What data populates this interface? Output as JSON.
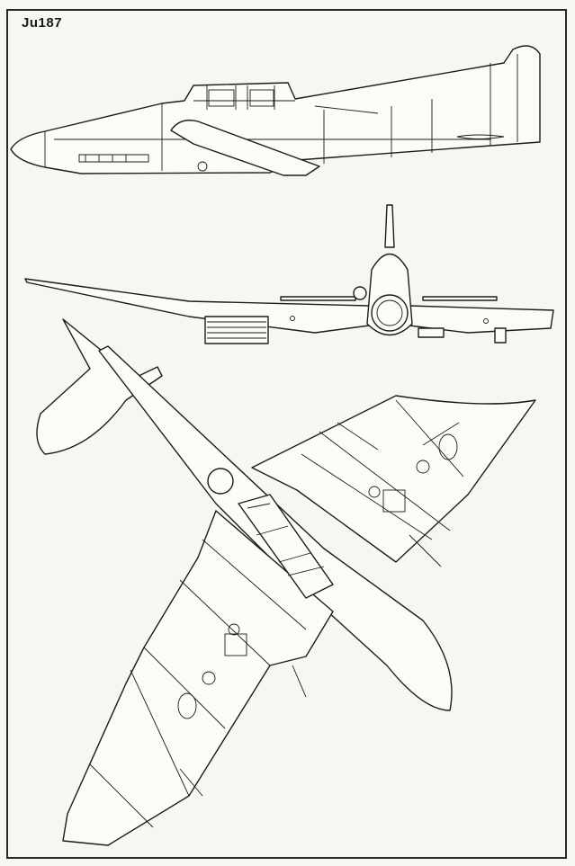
{
  "drawing": {
    "title": "Ju187",
    "views": [
      "side-view",
      "front-view",
      "top-view"
    ],
    "line_color": "#1c1c1c",
    "paper_color": "#f7f6f1"
  }
}
